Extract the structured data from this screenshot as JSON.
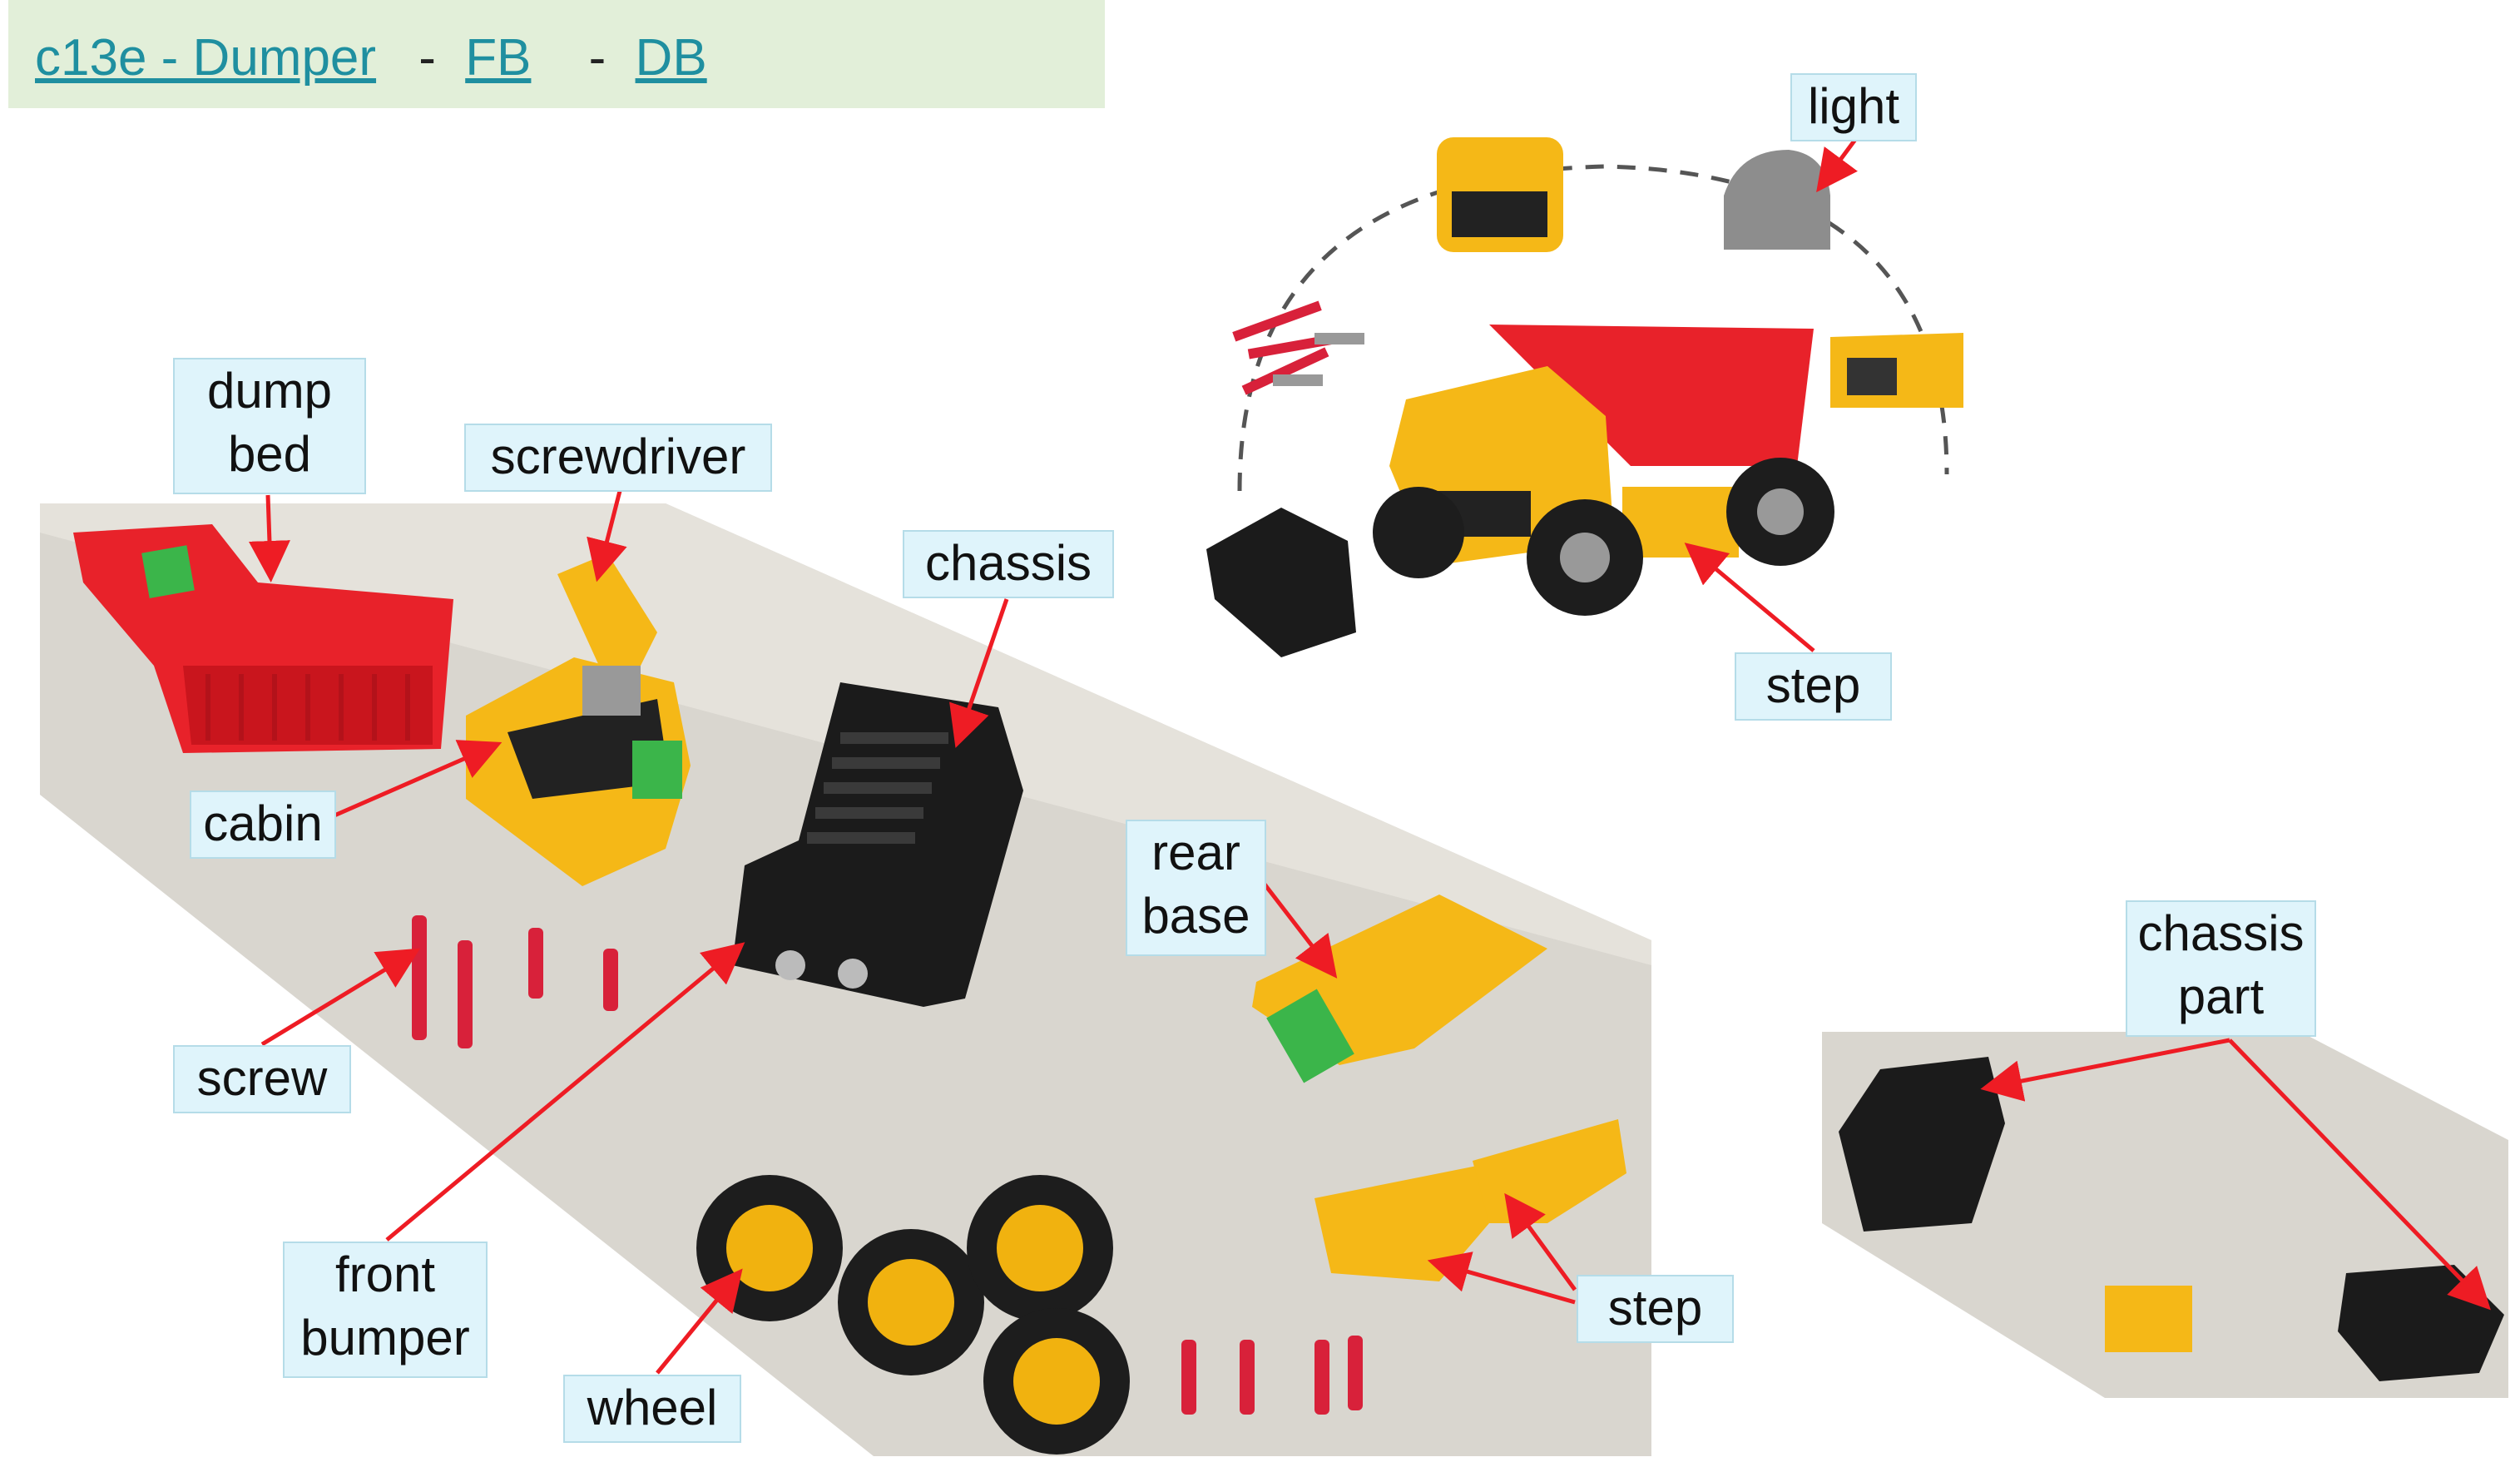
{
  "header": {
    "title_link": "c13e - Dumper",
    "separator1": "-",
    "fb_link": "FB",
    "separator2": "-",
    "db_link": "DB"
  },
  "labels": {
    "dump_bed": "dump\nbed",
    "screwdriver": "screwdriver",
    "chassis": "chassis",
    "cabin": "cabin",
    "rear_base": "rear\nbase",
    "screw": "screw",
    "front_bumper": "front\nbumper",
    "wheel": "wheel",
    "step_main": "step",
    "light": "light",
    "step_product": "step",
    "chassis_part": "chassis\npart"
  },
  "colors": {
    "arrow": "#ee1c24",
    "label_bg": "#dff4fb",
    "header_bg": "#e2efd9",
    "link": "#1f8fa0"
  }
}
